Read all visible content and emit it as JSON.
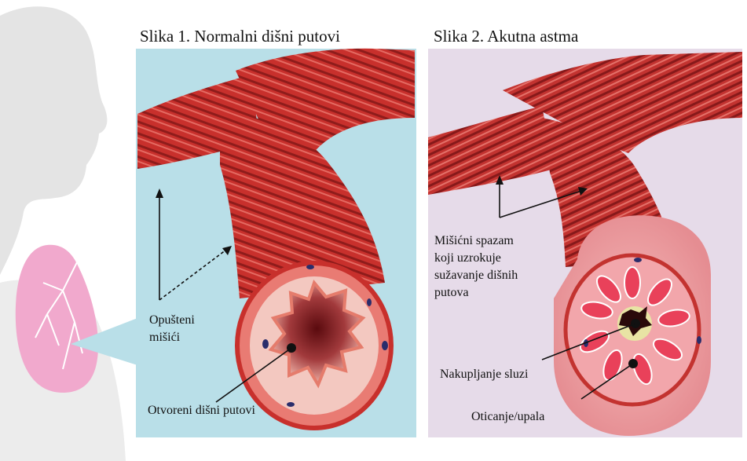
{
  "figure1": {
    "title": "Slika 1. Normalni dišni putovi",
    "relaxed_muscles": [
      "Opušteni",
      "mišići"
    ],
    "open_airways": "Otvoreni dišni putovi"
  },
  "figure2": {
    "title": "Slika 2. Akutna astma",
    "spasm": [
      "Mišićni spazam",
      "koji uzrokuje",
      "sužavanje dišnih",
      "putova"
    ],
    "mucus": "Nakupljanje sluzi",
    "swelling": "Oticanje/upala"
  },
  "colors": {
    "panel1_bg": "#b9dfe8",
    "panel2_bg": "#e6dbe9",
    "muscle": "#c8302c",
    "muscle_dark": "#8e1c1b",
    "lung": "#f1a9cd"
  }
}
